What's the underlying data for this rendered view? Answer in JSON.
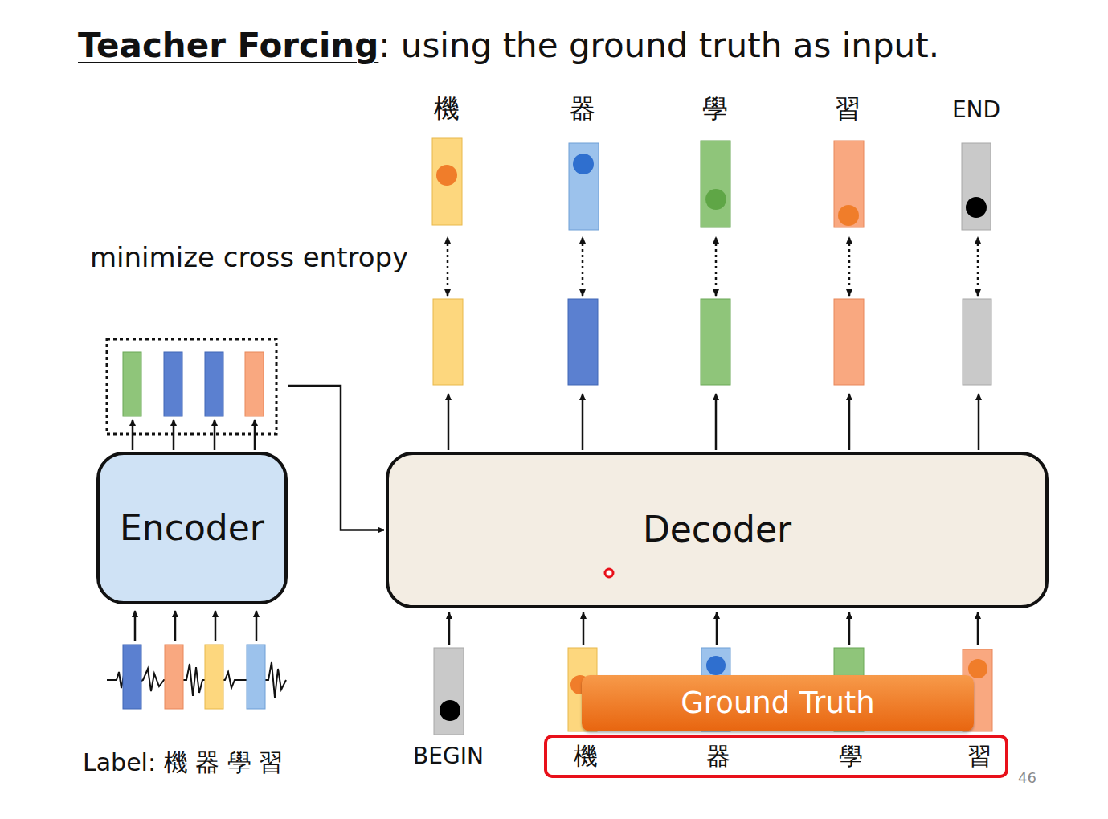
{
  "diagram": {
    "title": "Teacher Forcing",
    "nodes": [
      {
        "text": [
          "Encoder"
        ]
      },
      {
        "text": [
          "Decoder"
        ]
      },
      {
        "text": [
          "Ground Truth"
        ]
      },
      {
        "text": [
          "機",
          "器",
          "學",
          "習"
        ]
      }
    ],
    "edges": [
      {
        "from": 0,
        "to": 1,
        "arrow": "to"
      }
    ],
    "labels": [
      ": using the ground truth as input.",
      "機",
      "器",
      "學",
      "習",
      "END",
      "minimize cross entropy",
      "Label: 機 器 學 習",
      "BEGIN",
      "46"
    ]
  }
}
